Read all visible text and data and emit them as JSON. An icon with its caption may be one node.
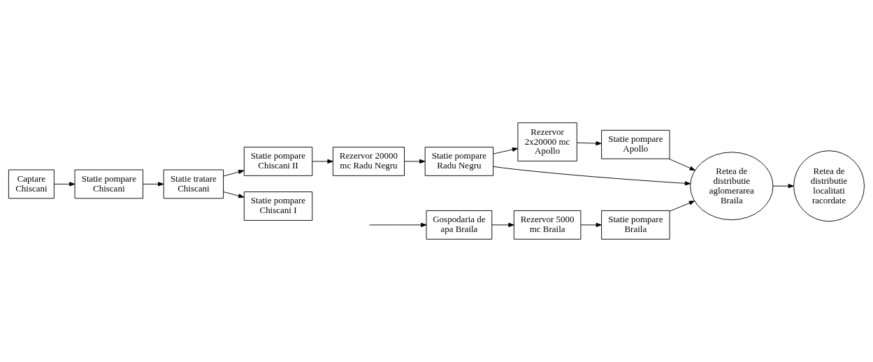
{
  "diagram": {
    "nodes": [
      {
        "text": [
          "Captare Chiscani"
        ]
      },
      {
        "text": [
          "Statie pompare Chiscani"
        ]
      },
      {
        "text": [
          "Statie tratare Chiscani"
        ]
      },
      {
        "text": [
          "Statie pompare Chiscani II"
        ]
      },
      {
        "text": [
          "Statie pompare Chiscani I"
        ]
      },
      {
        "text": [
          "Rezervor 20000 mc Radu Negru"
        ]
      },
      {
        "text": [
          "Statie pompare Radu Negru"
        ]
      },
      {
        "text": [
          "Rezervor 2x20000 mc Apollo"
        ]
      },
      {
        "text": [
          "Retea de distributie aglomerarea Braila"
        ]
      },
      {
        "text": [
          "Statie pompare Apollo"
        ]
      },
      {
        "text": [
          "Gospodaria de apa Braila"
        ]
      },
      {
        "text": [
          "Rezervor 5000 mc Braila"
        ]
      },
      {
        "text": [
          "Statie pompare Braila"
        ]
      },
      {
        "text": [
          "Retea de distributie localitati racordate"
        ]
      }
    ],
    "edges": [
      {
        "from": 0,
        "to": 1,
        "arrow": "to"
      },
      {
        "from": 1,
        "to": 2,
        "arrow": "to"
      },
      {
        "from": 2,
        "to": 3,
        "arrow": "to"
      },
      {
        "from": 2,
        "to": 4,
        "arrow": "to"
      },
      {
        "from": 3,
        "to": 5,
        "arrow": "to"
      },
      {
        "from": 5,
        "to": 6,
        "arrow": "to"
      },
      {
        "from": 6,
        "to": 8,
        "arrow": "to"
      },
      {
        "from": 6,
        "to": 7,
        "arrow": "to"
      },
      {
        "from": 7,
        "to": 9,
        "arrow": "to"
      },
      {
        "from": 9,
        "to": 8,
        "arrow": "to"
      },
      {
        "from": 8,
        "to": 13,
        "arrow": "to"
      },
      {
        "from": null,
        "to": 10,
        "arrow": "to"
      },
      {
        "from": 10,
        "to": 11,
        "arrow": "to"
      },
      {
        "from": 11,
        "to": 12,
        "arrow": "to"
      },
      {
        "from": 12,
        "to": 8,
        "arrow": "to"
      }
    ]
  }
}
